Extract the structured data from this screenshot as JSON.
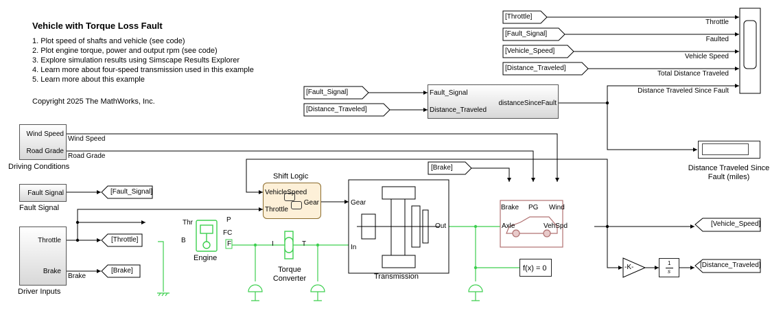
{
  "model": {
    "title": "Vehicle with Torque Loss Fault",
    "links": [
      "1. Plot speed of shafts and vehicle (see code)",
      "2. Plot  engine torque, power and output rpm (see code)",
      "3. Explore simulation results using Simscape Results Explorer",
      "4. Learn more about four-speed transmission used in this example",
      "5. Learn more about this example"
    ],
    "copyright": "Copyright 2025 The MathWorks, Inc."
  },
  "from_tags": {
    "throttle": "[Throttle]",
    "fault_signal": "[Fault_Signal]",
    "vehicle_speed": "[Vehicle_Speed]",
    "distance_traveled": "[Distance_Traveled]",
    "fault_signal_2": "[Fault_Signal]",
    "distance_traveled_2": "[Distance_Traveled]",
    "brake": "[Brake]"
  },
  "goto_tags": {
    "fault_signal": "[Fault_Signal]",
    "throttle": "[Throttle]",
    "brake": "[Brake]",
    "vehicle_speed": "[Vehicle_Speed]",
    "distance_traveled": "[Distance_Traveled]"
  },
  "scope_signals": {
    "throttle": "Throttle",
    "faulted": "Faulted",
    "vehicle_speed": "Vehicle Speed",
    "total_distance": "Total Distance Traveled",
    "distance_since_fault": "Distance Traveled Since Fault"
  },
  "fault_distance_block": {
    "in1": "Fault_Signal",
    "in2": "Distance_Traveled",
    "out": "distanceSinceFault"
  },
  "display_block": {
    "name": "Distance Traveled Since Fault (miles)"
  },
  "driving_conditions": {
    "name": "Driving Conditions",
    "port1": "Wind Speed",
    "port2": "Road Grade",
    "sig1": "Wind Speed",
    "sig2": "Road Grade"
  },
  "fault_signal_block": {
    "name": "Fault Signal",
    "port": "Fault Signal"
  },
  "driver_inputs": {
    "name": "Driver Inputs",
    "port1": "Throttle",
    "port2": "Brake",
    "sig2": "Brake"
  },
  "shift_logic": {
    "name": "Shift Logic",
    "in1": "VehicleSpeed",
    "in2": "Throttle",
    "out": "Gear"
  },
  "transmission": {
    "name": "Transmission",
    "in_gear": "Gear",
    "in": "In",
    "out": "Out"
  },
  "vehicle": {
    "brake": "Brake",
    "pg": "PG",
    "wind": "Wind",
    "axle": "Axle",
    "vehspd": "VehSpd"
  },
  "engine": {
    "name": "Engine",
    "thr": "Thr",
    "b": "B",
    "p": "P",
    "fc": "FC",
    "f": "F"
  },
  "torque_converter": {
    "name": "Torque Converter",
    "i": "I",
    "t": "T"
  },
  "solver": {
    "label": "f(x) = 0"
  },
  "gain": {
    "label": "-K-"
  },
  "integrator": {
    "num": "1",
    "den": "s"
  },
  "colors": {
    "physical": "#3ccf4e",
    "signal": "#000000",
    "vehicle": "#b07070"
  }
}
